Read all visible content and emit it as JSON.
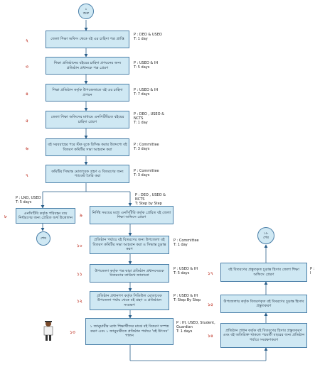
{
  "start": {
    "num": "১",
    "label": "শুরু"
  },
  "end_left": "শেষ",
  "end_right": {
    "num": "১৮",
    "label": "শেষ"
  },
  "steps": [
    {
      "n": "২",
      "text": "জেলা শিক্ষা অফিস থেকে বই এর চাহিদা পত্র প্রাপ্তি",
      "note": "P : DEO & USEO\nT: 1 day"
    },
    {
      "n": "৩",
      "text": "শিক্ষা প্রতিষ্ঠানের বইয়ের চাহিদা প্রণয়নের জন্য প্রতিষ্ঠান প্রধানকে পত্র প্রেরণ",
      "note": "P : USEO & IH\nT: 5 days"
    },
    {
      "n": "৪",
      "text": "শিক্ষা প্রতিষ্ঠান কর্তৃক উপজেলাতে বই এর চাহিদা প্রণয়ন",
      "note": "P : USEO & IH\nT: 7 days"
    },
    {
      "n": "৫",
      "text": "জেলা শিক্ষা অফিসের মাধ্যমে এনসিটিবিতে বইয়ের চাহিদা প্রেরণ",
      "note": "P : DEO , USEO &\nNCTS\nT: 1 day"
    },
    {
      "n": "৬",
      "text": "বই সরবরাহের পরে স্টক বুকে রিসিভ করার উদ্দেশ্যে বই বিতরণ কমিটির সভা আহবান করা",
      "note": "P : Committee\nT: 3 days"
    },
    {
      "n": "৭",
      "text": "কমিটির সিদ্ধান্ত মোতাবেক গ্রহণ ও বিতরণের জন্য প্যাকেট তৈরি করা",
      "note": "P : Committee\nT: 3 days"
    },
    {
      "n": "৮",
      "text": "এনসিটিবি কর্তৃক পরিবহন ব্যয় নির্ধারণের জন্য প্রেরিত অর্থ উত্তোলন",
      "note": "P : LNO, USEO\nT: 5 days"
    },
    {
      "n": "৯",
      "text": "নির্দিষ্ট সময়ের মধ্যে এনসিটিবি কর্তৃক প্রেরিত বই জেলা শিক্ষা অফিসে প্রেরণ",
      "note": "P : DEO , USEO &\nNCTS\nT: Step by Step"
    },
    {
      "n": "১০",
      "text": "প্রতিষ্ঠান পর্যায়ে বই বিতরণের জন্য উপজেলা বই বিতরণ কমিটির সভা আহবান করা ও সিদ্ধান্ত চূড়ান্ত করণ",
      "note": "P : Committee\nT: 1 day"
    },
    {
      "n": "১১",
      "text": "উপজেলা কর্তৃক পত্র দ্বারা প্রতিষ্ঠান প্রধানদেরকে বিতরণের তারিখে জানানো",
      "note": "P : USEO & IH\nT: 5 days"
    },
    {
      "n": "১২",
      "text": "প্রতিষ্ঠান প্রধানগণ কর্তৃক সিডিউল মোতাবেক উপজেলা পর্যায় থেকে বই গ্রহণ ও প্রতিষ্ঠানে সংরক্ষণ",
      "note": "P : USEO & IH\nT: Step By Step"
    },
    {
      "n": "১৩",
      "text": "১ জানুয়ারীর মধ্যে শিক্ষার্থীদের মাঝে বই বিতরণ সম্পন্ন করণ এবং ১ জানুয়ারীতে প্রতিষ্ঠান পর্যায়ে 'বই উৎসব' পালন",
      "note": "P : IH, USEO, Student,\nGuardian\nT: 1 days"
    },
    {
      "n": "১৪",
      "text": "প্রতিষ্ঠান প্রধান কর্তৃক বই বিতরণের হিসাব প্রস্তুতকরণ এবং বই অতিরিক্ত থাকলে পরবর্তী বছরের জন্য প্রতিষ্ঠান পর্যায়ে সংরক্ষণকরণ",
      "note": ""
    },
    {
      "n": "১৫",
      "text": "উপজেলায় কর্তৃক বিতরণকৃত বই বিবরণের চূড়ান্ত হিসাব প্রস্তুতকরণ",
      "note": ""
    },
    {
      "n": "১৭",
      "text": "বই বিতরণের প্রস্তুতকৃত চূড়ান্ত হিসাব জেলা শিক্ষা অফিসে প্রেরণ",
      "note": "P : I"
    }
  ]
}
